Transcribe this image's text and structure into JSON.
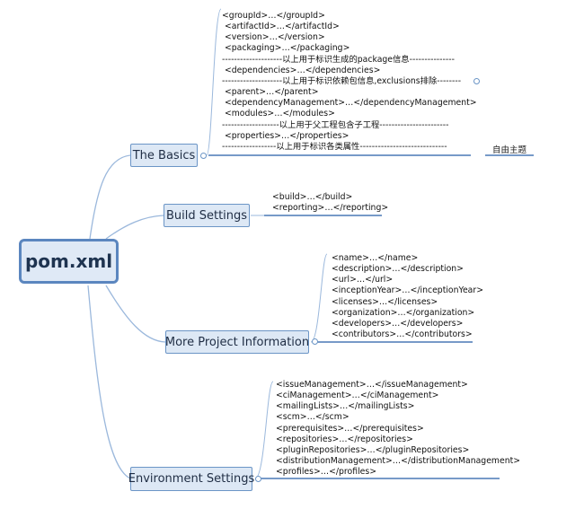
{
  "root": {
    "label": "pom.xml"
  },
  "branches": [
    {
      "label": "The Basics",
      "lines": [
        "<groupId>…</groupId>",
        " <artifactId>…</artifactId>",
        " <version>…</version>",
        " <packaging>…</packaging>",
        "--------------------以上用于标识生成的package信息---------------",
        " <dependencies>…</dependencies>",
        "--------------------以上用于标识依赖包信息,exclusions排除--------",
        " <parent>…</parent>",
        " <dependencyManagement>…</dependencyManagement>",
        " <modules>…</modules>",
        "-------------------以上用于父工程包含子工程-----------------------",
        " <properties>…</properties>",
        "------------------以上用于标识各类属性-----------------------------"
      ]
    },
    {
      "label": "Build Settings",
      "lines": [
        "<build>…</build>",
        "<reporting>…</reporting>"
      ]
    },
    {
      "label": "More Project Information",
      "lines": [
        "<name>…</name>",
        "<description>…</description>",
        "<url>…</url>",
        "<inceptionYear>…</inceptionYear>",
        "<licenses>…</licenses>",
        "<organization>…</organization>",
        "<developers>…</developers>",
        "<contributors>…</contributors>"
      ]
    },
    {
      "label": "Environment Settings",
      "lines": [
        "<issueManagement>…</issueManagement>",
        "<ciManagement>…</ciManagement>",
        "<mailingLists>…</mailingLists>",
        "<scm>…</scm>",
        "<prerequisites>…</prerequisites>",
        "<repositories>…</repositories>",
        "<pluginRepositories>…</pluginRepositories>",
        "<distributionManagement>…</distributionManagement>",
        "<profiles>…</profiles>"
      ]
    }
  ],
  "floating_topic": {
    "label": "自由主题"
  },
  "colors": {
    "line": "#9bb8dc",
    "node_fill": "#dde8f5",
    "node_border": "#6b95c6",
    "underline": "#4a78b5"
  }
}
